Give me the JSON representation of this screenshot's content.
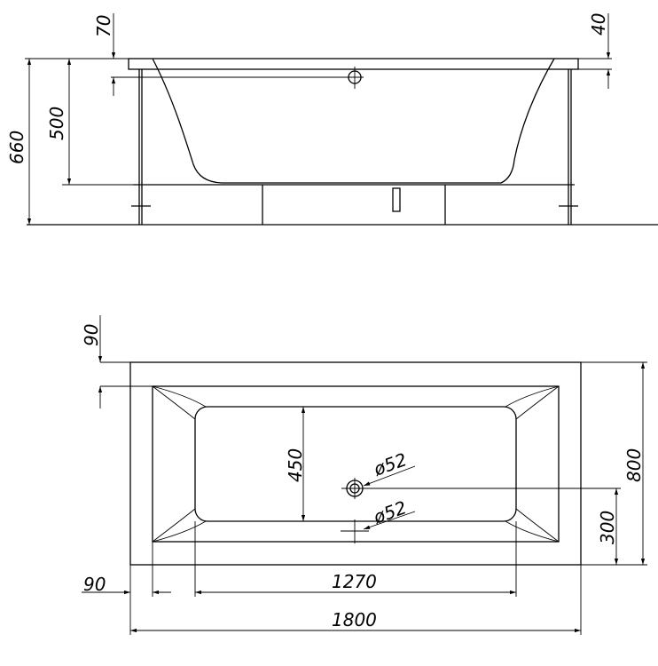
{
  "side_view": {
    "dims": {
      "total_height": "660",
      "tub_depth": "500",
      "overflow_offset": "70",
      "rim_thickness": "40"
    }
  },
  "top_view": {
    "dims": {
      "rim_top": "90",
      "rim_left": "90",
      "width": "800",
      "drain_offset": "300",
      "basin_width": "450",
      "basin_length": "1270",
      "length": "1800",
      "overflow_dia": "ø52",
      "drain_dia": "ø52"
    }
  }
}
